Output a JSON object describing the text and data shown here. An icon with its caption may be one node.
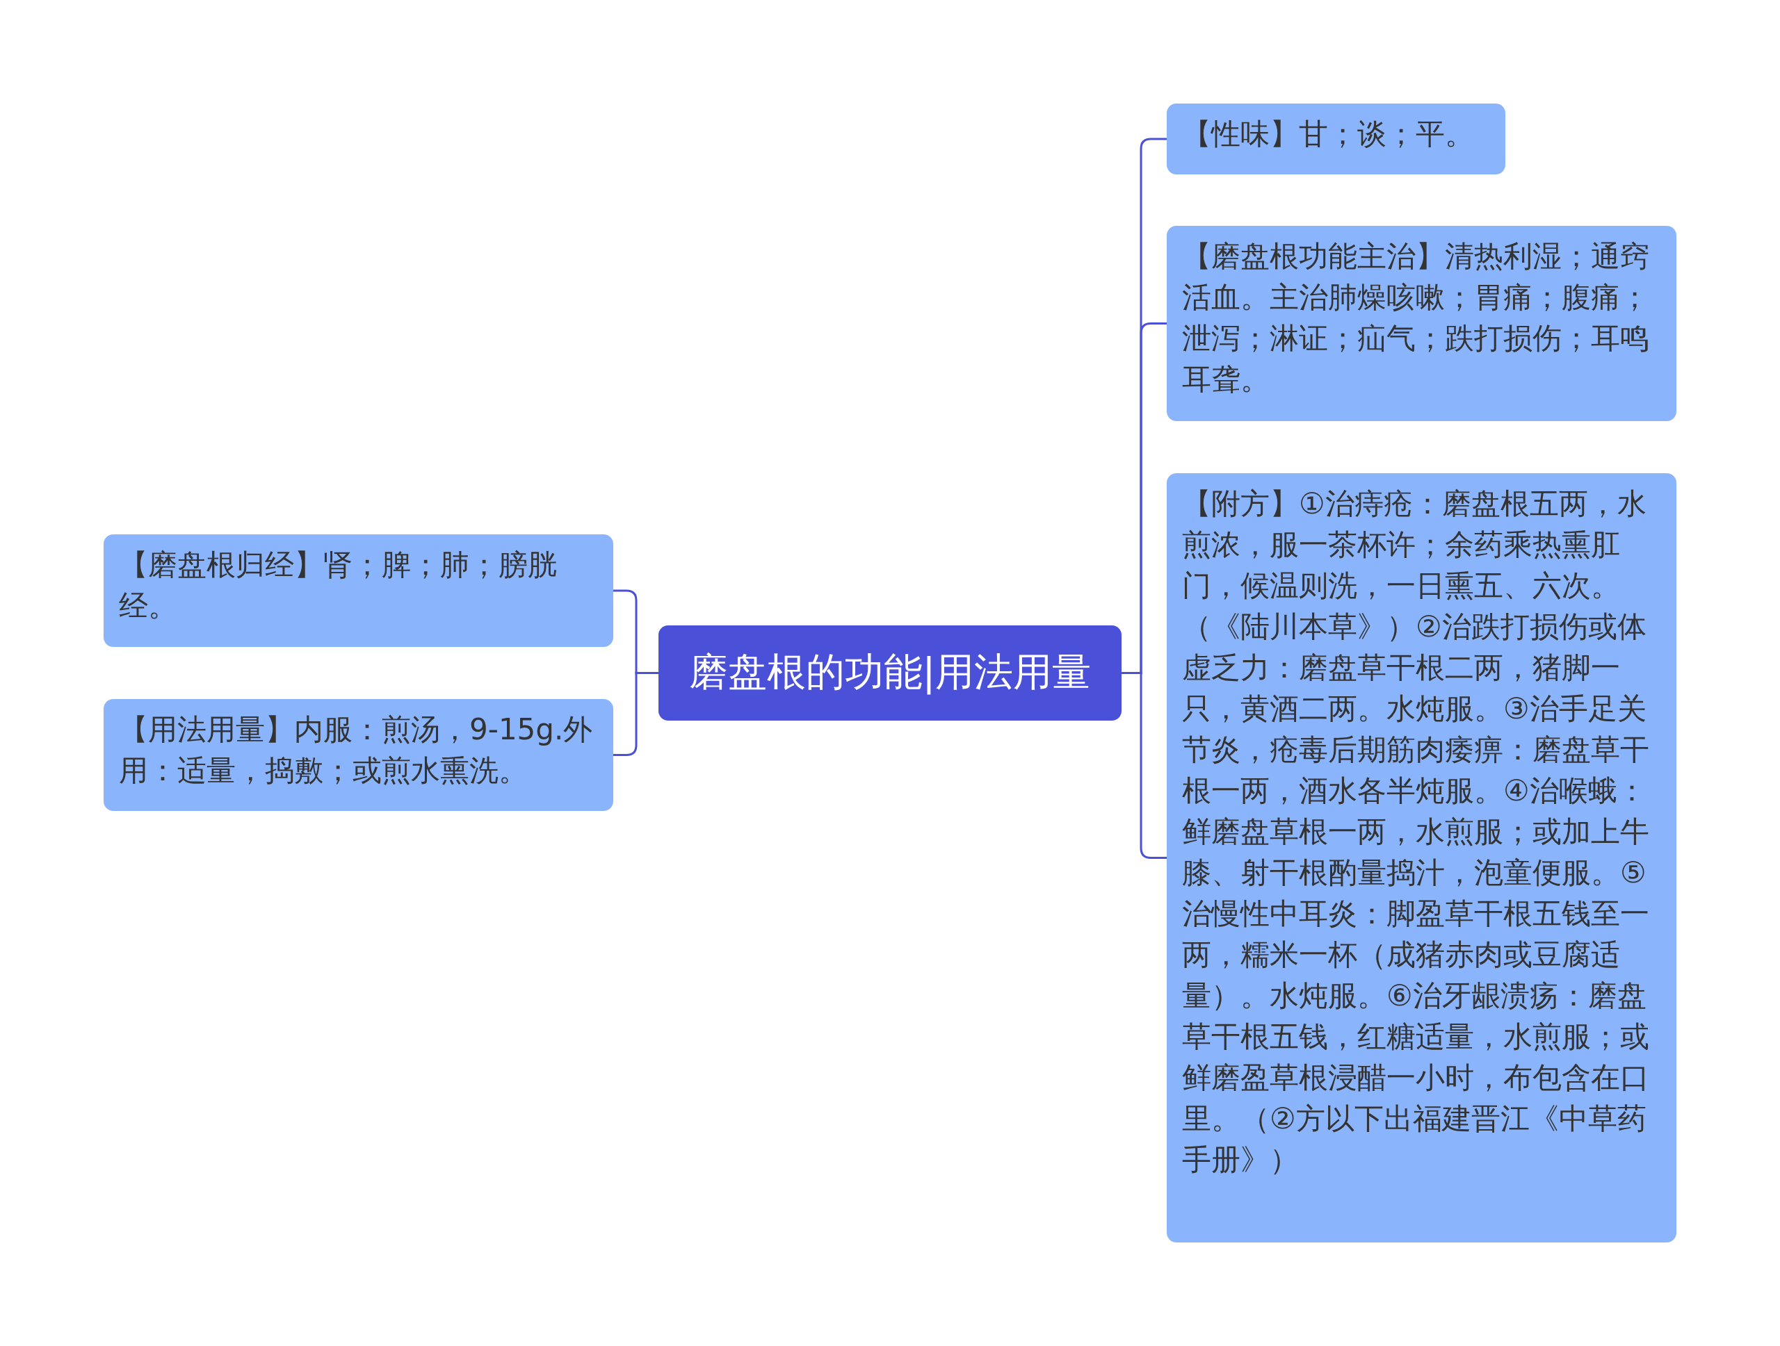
{
  "diagram": {
    "nodes": [
      {
        "text": [
          "磨盘根的功能|用法用量"
        ]
      },
      {
        "text": [
          "【磨盘根归经】肾；脾；肺；膀胱经。"
        ]
      },
      {
        "text": [
          "【用法用量】内服：煎汤，9-15g.外用：适量，捣敷；或煎水熏洗。"
        ]
      },
      {
        "text": [
          "【性味】甘；谈；平。"
        ]
      },
      {
        "text": [
          "【磨盘根功能主治】清热利湿；通窍活血。主治肺燥咳嗽；胃痛；腹痛；泄泻；淋证；疝气；跌打损伤；耳鸣耳聋。"
        ]
      },
      {
        "text": [
          "【附方】①治痔疮：磨盘根五两，水煎浓，服一茶杯许；余药乘热熏肛门，候温则洗，一日熏五、六次。（《陆川本草》）②治跌打损伤或体虚乏力：磨盘草干根二两，猪脚一只，黄酒二两。水炖服。③治手足关节炎，疮毒后期筋肉痿痹：磨盘草干根一两，酒水各半炖服。④治喉蛾：鲜磨盘草根一两，水煎服；或加上牛膝、射干根酌量捣汁，泡童便服。⑤治慢性中耳炎：脚盈草干根五钱至一两，糯米一杯（成猪赤肉或豆腐适量）。水炖服。⑥治牙龈溃疡：磨盘草干根五钱，红糖适量，水煎服；或鲜磨盈草根浸醋一小时，布包含在口里。（②方以下出福建晋江《中草药手册》）"
        ]
      }
    ],
    "edges": [
      {
        "from": 0,
        "to": 1,
        "arrow": "none"
      },
      {
        "from": 0,
        "to": 2,
        "arrow": "none"
      },
      {
        "from": 0,
        "to": 3,
        "arrow": "none"
      },
      {
        "from": 0,
        "to": 4,
        "arrow": "none"
      },
      {
        "from": 0,
        "to": 5,
        "arrow": "none"
      }
    ]
  }
}
